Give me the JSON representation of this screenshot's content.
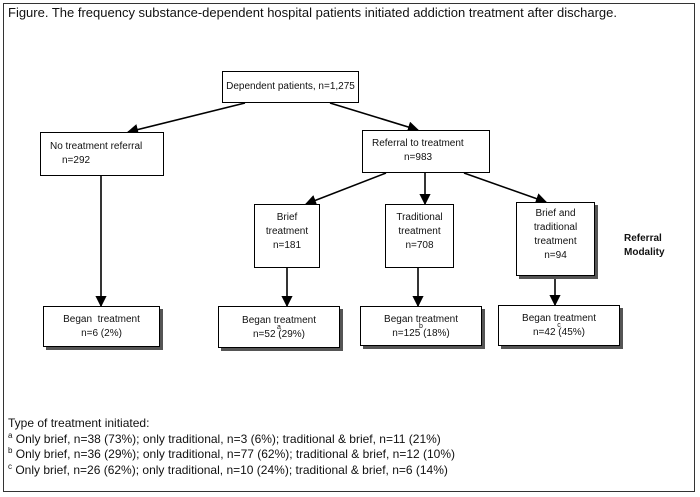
{
  "title": "Figure. The frequency substance-dependent hospital patients initiated addiction treatment after discharge.",
  "nodes": {
    "root": {
      "line1": "Dependent patients, n=1,275"
    },
    "no_referral": {
      "line1": "No treatment referral",
      "line2": "n=292"
    },
    "referral": {
      "line1": "Referral to treatment",
      "line2": "n=983"
    },
    "brief": {
      "line1": "Brief",
      "line2": "treatment",
      "line3": "n=181"
    },
    "traditional": {
      "line1": "Traditional",
      "line2": "treatment",
      "line3": "n=708"
    },
    "brief_traditional": {
      "line1": "Brief and",
      "line2": "traditional",
      "line3": "treatment",
      "line4": "n=94"
    },
    "began_none": {
      "line1": "Began  treatment",
      "line2": "n=6 (2%)"
    },
    "began_brief": {
      "line1": "Began treatment",
      "sup": "a",
      "line2": "n=52 (29%)"
    },
    "began_traditional": {
      "line1": "Began treatment",
      "sup": "b",
      "line2": "n=125 (18%)"
    },
    "began_both": {
      "line1": "Began treatment",
      "sup": "c",
      "line2": "n=42 (45%)"
    }
  },
  "referral_modality": {
    "line1": "Referral",
    "line2": "Modality"
  },
  "footnotes": {
    "heading": "Type of treatment initiated:",
    "a": {
      "marker": "a",
      "text": " Only brief, n=38 (73%); only traditional, n=3 (6%); traditional & brief, n=11 (21%)"
    },
    "b": {
      "marker": "b",
      "text": " Only brief, n=36 (29%); only traditional, n=77 (62%); traditional & brief, n=12 (10%)"
    },
    "c": {
      "marker": "c",
      "text": " Only brief, n=26 (62%); only traditional, n=10 (24%); traditional & brief, n=6 (14%)"
    }
  }
}
